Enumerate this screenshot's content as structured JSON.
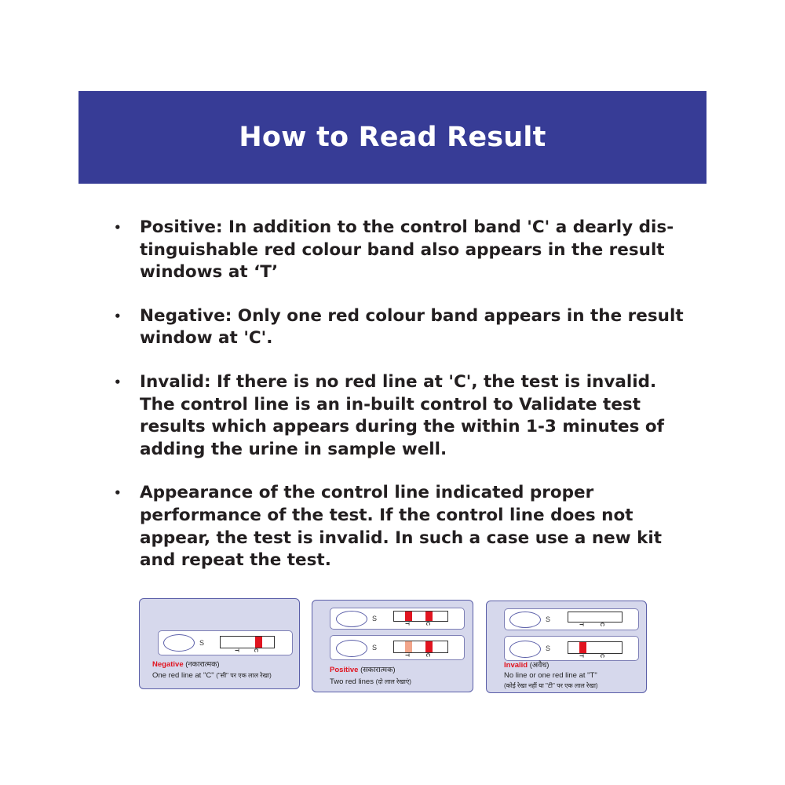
{
  "header": {
    "title": "How to Read Result"
  },
  "bullets": [
    {
      "marker": "•",
      "text": "Positive: In addition to the control band 'C' a dearly dis- tinguishable red colour band also appears in the result windows at ‘T’"
    },
    {
      "marker": "•",
      "text": "Negative: Only one red colour band appears in the result window at 'C'."
    },
    {
      "marker": "•",
      "text": "Invalid: If there is no red line at 'C', the test is invalid. The control line is an in-built control to Validate test results which appears during the within 1-3 minutes of adding the urine in sample well."
    },
    {
      "marker": "•",
      "text": "Appearance of the control line indicated proper performance of the test. If the control line does not appear, the test is invalid. In such a case use a new kit and repeat the test."
    }
  ],
  "diagrams": {
    "labels": {
      "sample": "S",
      "test": "T",
      "control": "C"
    },
    "negative": {
      "title": "Negative",
      "title_hindi": "(नकारात्मक)",
      "desc": "One red line at \"C\"",
      "desc_hindi": "(\"सी\" पर एक लाल रेखा)"
    },
    "positive": {
      "title": "Positive",
      "title_hindi": "(सकारात्मक)",
      "desc": "Two red lines",
      "desc_hindi": "(दो लाल रेखाएं)"
    },
    "invalid": {
      "title": "Invalid",
      "title_hindi": "(अवैध)",
      "desc": "No line or one red line at \"T\"",
      "desc_hindi": "(कोई रेखा नहीं या \"टी\" पर एक लाल रेखा)"
    }
  },
  "colors": {
    "banner": "#373c96",
    "band_red": "#e1141f",
    "band_faint": "#f2a58a",
    "card_bg": "#d6d8ec"
  }
}
